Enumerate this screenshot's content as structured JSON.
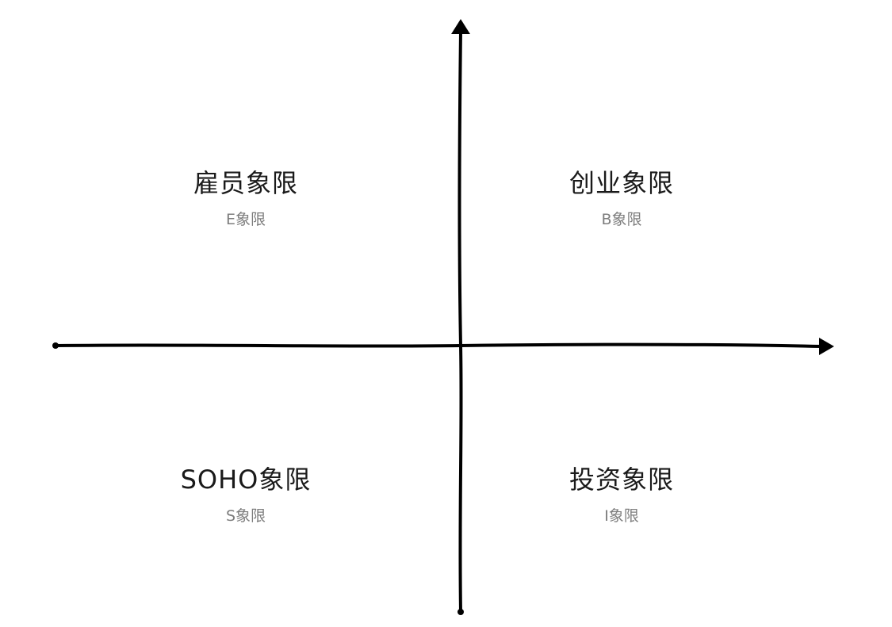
{
  "diagram": {
    "type": "quadrant",
    "axes": {
      "horizontal": {
        "direction": "right",
        "has_arrow": true
      },
      "vertical": {
        "direction": "up",
        "has_arrow": true
      },
      "color": "#000000"
    },
    "quadrants": {
      "top_left": {
        "title": "雇员象限",
        "subtitle": "E象限"
      },
      "top_right": {
        "title": "创业象限",
        "subtitle": "B象限"
      },
      "bottom_left": {
        "title": "SOHO象限",
        "subtitle": "S象限"
      },
      "bottom_right": {
        "title": "投资象限",
        "subtitle": "I象限"
      }
    },
    "colors": {
      "title": "#1a1a1a",
      "subtitle": "#7d7d7d",
      "background": "#ffffff"
    }
  }
}
